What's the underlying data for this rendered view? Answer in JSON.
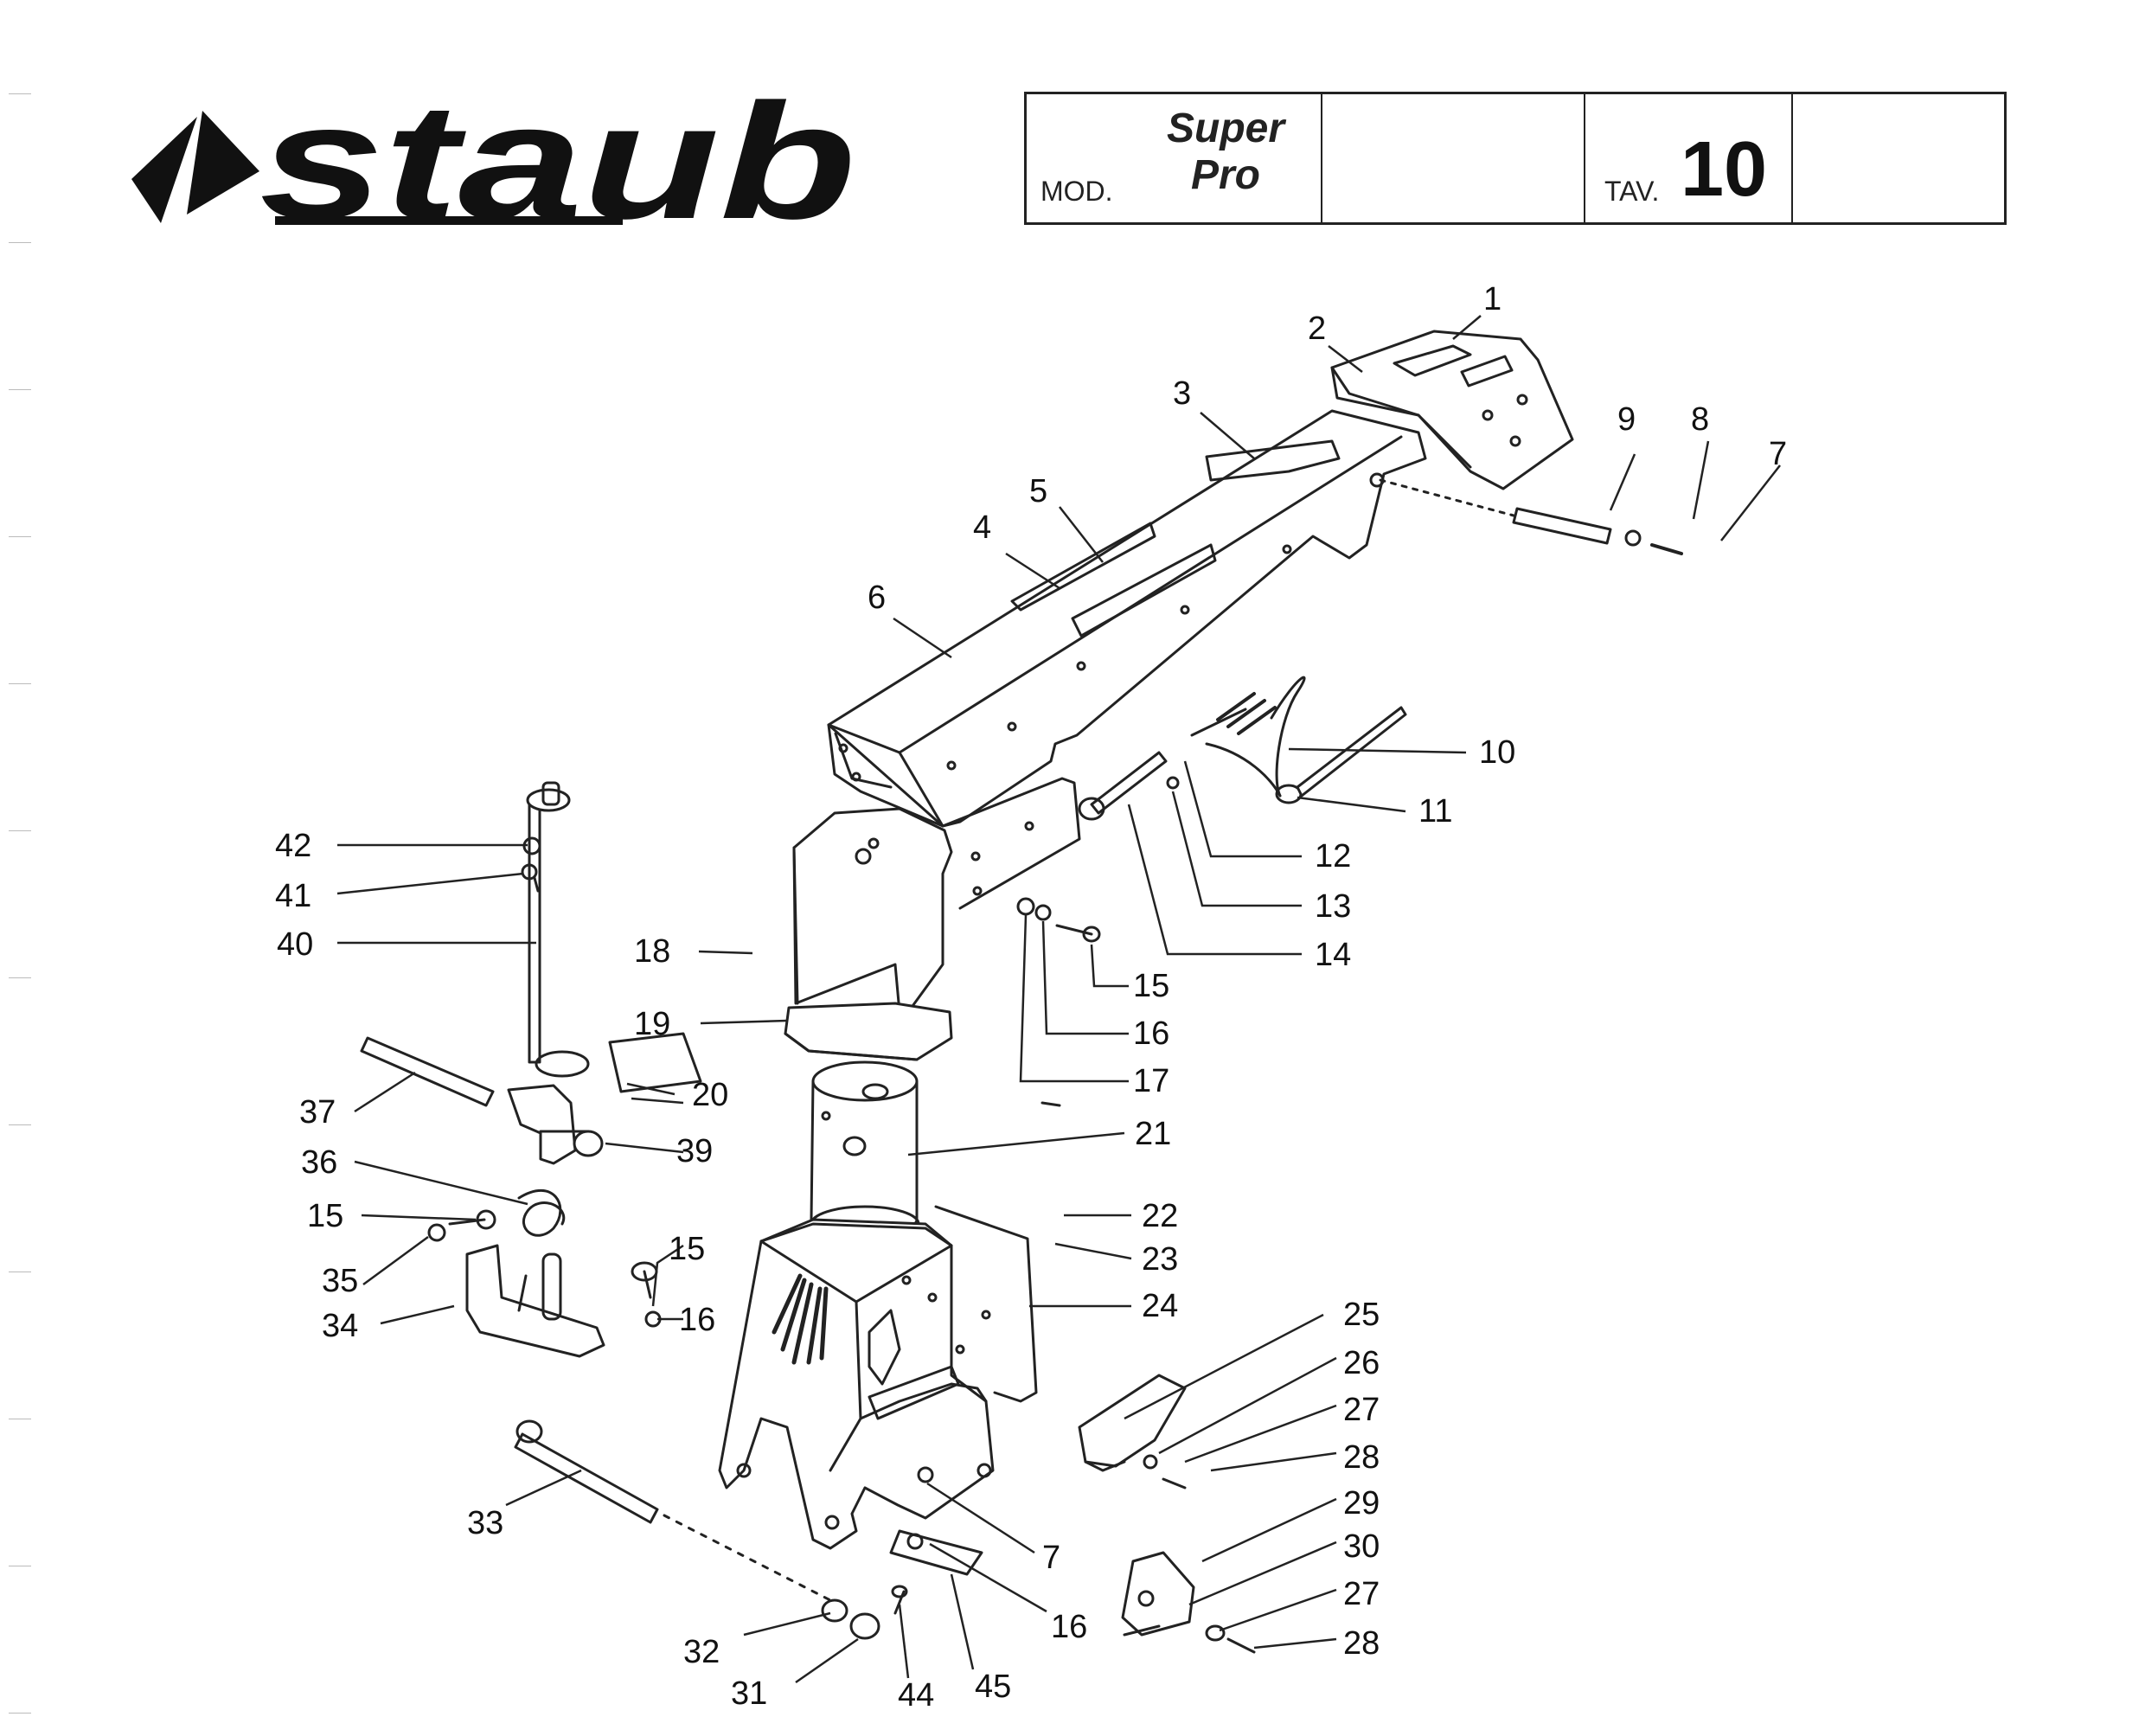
{
  "header": {
    "brand": "staub",
    "mod_label": "MOD.",
    "model_line1": "Super",
    "model_line2": "Pro",
    "tav_label": "TAV.",
    "tav_number": "10"
  },
  "callouts": [
    "1",
    "2",
    "3",
    "4",
    "5",
    "6",
    "7",
    "8",
    "9",
    "10",
    "11",
    "12",
    "13",
    "14",
    "15",
    "16",
    "17",
    "18",
    "19",
    "20",
    "21",
    "22",
    "23",
    "24",
    "25",
    "26",
    "27",
    "28",
    "29",
    "30",
    "31",
    "32",
    "33",
    "34",
    "35",
    "36",
    "37",
    "39",
    "40",
    "41",
    "42",
    "44",
    "45"
  ]
}
